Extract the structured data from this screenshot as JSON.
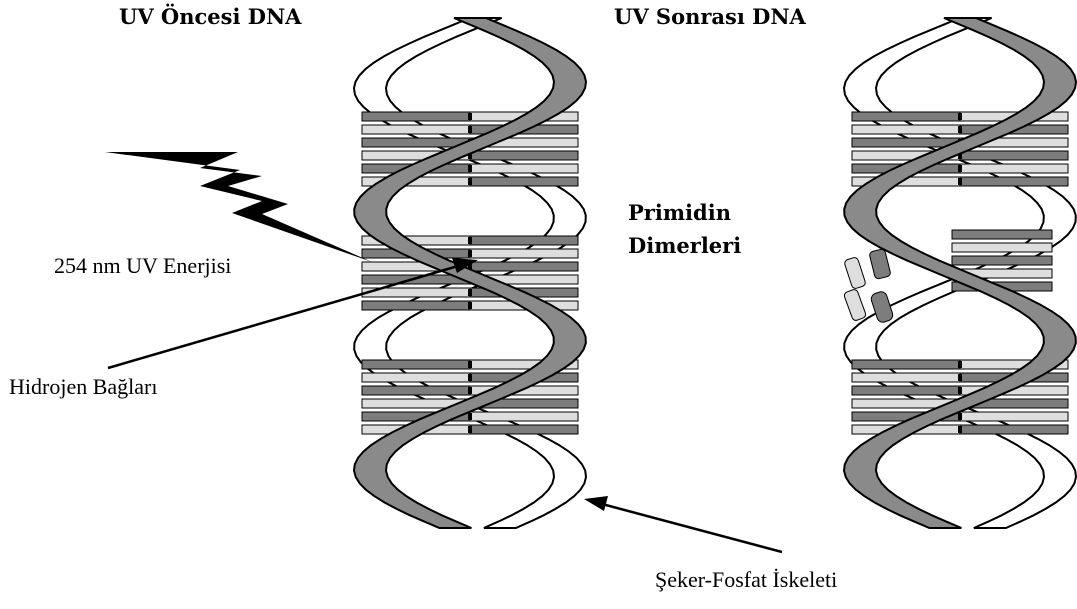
{
  "labels": {
    "before_title": "UV Öncesi DNA",
    "after_title": "UV Sonrası DNA",
    "uv_energy": "254 nm UV Enerjisi",
    "hydrogen_bonds": "Hidrojen Bağları",
    "pyrimidine_dimers_line1": "Primidin",
    "pyrimidine_dimers_line2": "Dimerleri",
    "sugar_phosphate_backbone": "Şeker-Fosfat İskeleti"
  },
  "colors": {
    "background": "#ffffff",
    "front_strand": "#8a8a8a",
    "back_strand": "#ffffff",
    "base_dark": "#7d7d7d",
    "base_light": "#dedede",
    "outline": "#000000",
    "lightning": "#000000"
  }
}
